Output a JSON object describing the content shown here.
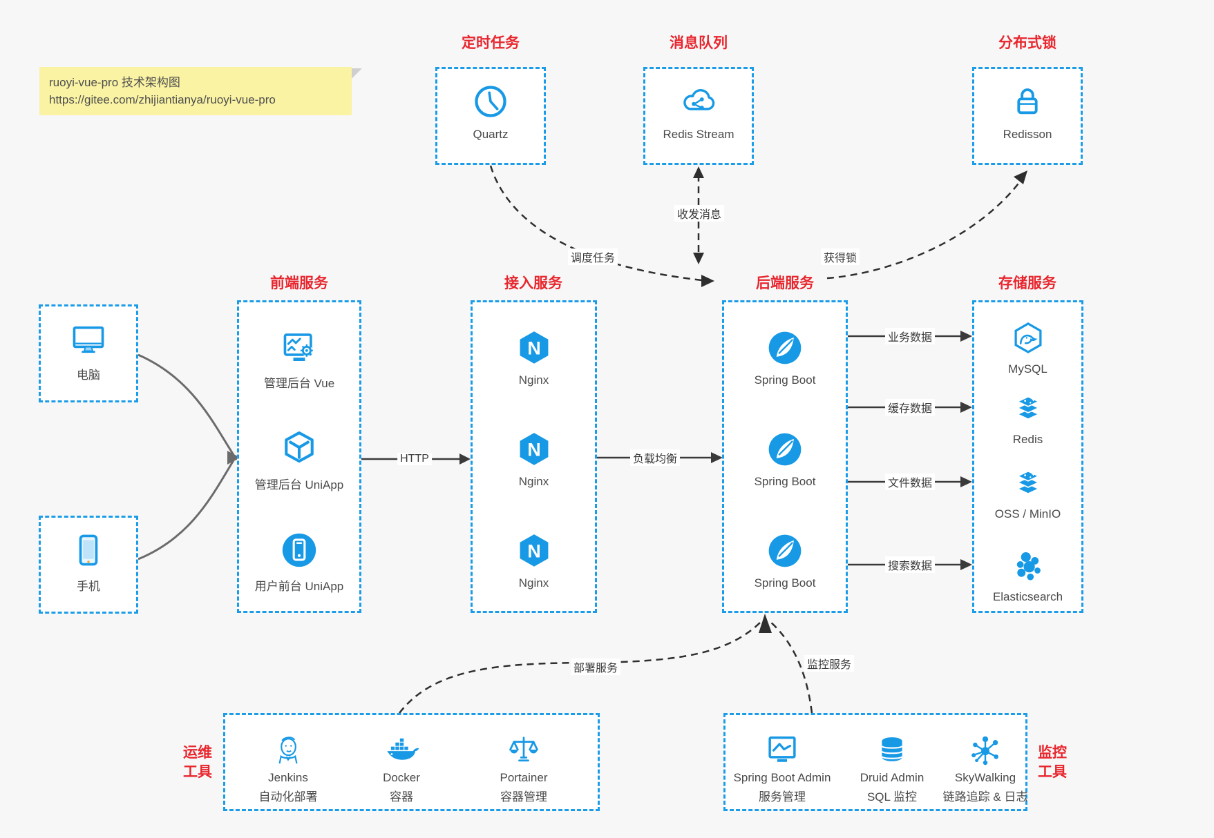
{
  "note": {
    "line1": "ruoyi-vue-pro 技术架构图",
    "line2": "https://gitee.com/zhijiantianya/ruoyi-vue-pro"
  },
  "colors": {
    "accent": "#1799e5",
    "red": "#e8262d",
    "arrow": "#333333",
    "note_bg": "#faf3a3"
  },
  "top": [
    {
      "title": "定时任务",
      "item": "Quartz",
      "icon": "clock-icon"
    },
    {
      "title": "消息队列",
      "item": "Redis Stream",
      "icon": "cloud-share-icon"
    },
    {
      "title": "分布式锁",
      "item": "Redisson",
      "icon": "lock-icon"
    }
  ],
  "clients": [
    {
      "label": "电脑",
      "icon": "desktop-icon"
    },
    {
      "label": "手机",
      "icon": "phone-icon"
    }
  ],
  "frontend": {
    "title": "前端服务",
    "items": [
      "管理后台 Vue",
      "管理后台 UniApp",
      "用户前台 UniApp"
    ]
  },
  "gateway": {
    "title": "接入服务",
    "items": [
      "Nginx",
      "Nginx",
      "Nginx"
    ]
  },
  "backend": {
    "title": "后端服务",
    "items": [
      "Spring Boot",
      "Spring Boot",
      "Spring Boot"
    ]
  },
  "storage": {
    "title": "存储服务",
    "items": [
      "MySQL",
      "Redis",
      "OSS / MinIO",
      "Elasticsearch"
    ]
  },
  "edges": {
    "http": "HTTP",
    "load": "负载均衡",
    "schedule": "调度任务",
    "message": "收发消息",
    "lock": "获得锁",
    "business": "业务数据",
    "cache": "缓存数据",
    "file": "文件数据",
    "search": "搜索数据",
    "deploy": "部署服务",
    "monitor": "监控服务"
  },
  "ops": {
    "line1": "运维",
    "line2": "工具",
    "items": [
      {
        "name": "Jenkins",
        "desc": "自动化部署",
        "icon": "jenkins-icon"
      },
      {
        "name": "Docker",
        "desc": "容器",
        "icon": "docker-whale-icon"
      },
      {
        "name": "Portainer",
        "desc": "容器管理",
        "icon": "scales-icon"
      }
    ]
  },
  "monitoring": {
    "line1": "监控",
    "line2": "工具",
    "items": [
      {
        "name": "Spring Boot Admin",
        "desc": "服务管理",
        "icon": "admin-monitor-icon"
      },
      {
        "name": "Druid Admin",
        "desc": "SQL 监控",
        "icon": "database-icon"
      },
      {
        "name": "SkyWalking",
        "desc": "链路追踪 & 日志",
        "icon": "network-nodes-icon"
      }
    ]
  }
}
